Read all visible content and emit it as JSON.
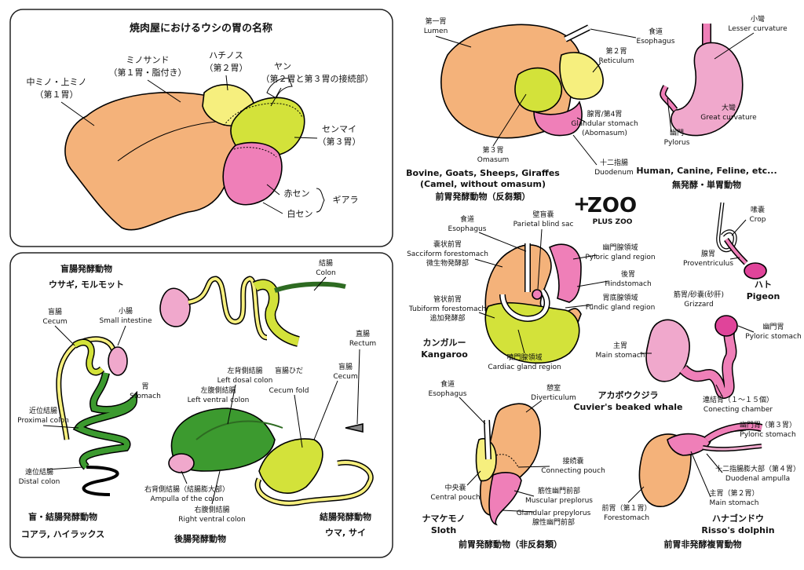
{
  "panels": {
    "yakiniku": {
      "title": "焼肉屋におけるウシの胃の名称",
      "naka_mino_1": "中ミノ・上ミノ",
      "naka_mino_2": "（第１胃）",
      "mino_sando_1": "ミノサンド",
      "mino_sando_2": "（第１胃・脂付き）",
      "hachinosu_1": "ハチノス",
      "hachinosu_2": "（第２胃）",
      "yan_1": "ヤン",
      "yan_2": "（第２胃と第３胃の接続部）",
      "senmai_1": "センマイ",
      "senmai_2": "（第３胃）",
      "akasen": "赤セン",
      "shirosen": "白セン",
      "giara": "ギアラ"
    },
    "hindgut": {
      "cecum_group": "盲腸発酵動物",
      "cecum_animals": "ウサギ, モルモット",
      "cecum_jp": "盲腸",
      "cecum_en": "Cecum",
      "small_int_jp": "小腸",
      "small_int_en": "Small intestine",
      "stomach_jp": "胃",
      "stomach_en": "Stomach",
      "prox_jp": "近位結腸",
      "prox_en": "Proximal colon",
      "distal_jp": "遠位結腸",
      "distal_en": "Distal colon",
      "cecocolic_group": "盲・結腸発酵動物",
      "cecocolic_animals": "コアラ, ハイラックス",
      "hindgut_title": "後腸発酵動物",
      "colon_jp": "結腸",
      "colon_en": "Colon",
      "rectum_jp": "直腸",
      "rectum_en": "Rectum",
      "ldc_jp": "左背側結腸",
      "ldc_en": "Left dosal colon",
      "fold_jp": "盲腸ひだ",
      "fold_en": "Cecum fold",
      "lvc_jp": "左腹側結腸",
      "lvc_en": "Left ventral colon",
      "cecum2_jp": "盲腸",
      "cecum2_en": "Cecum",
      "rdc_jp": "右背側結腸（結腸膨大部）",
      "rdc_en": "Ampulla of the colon",
      "rvc_jp": "右腹側結腸",
      "rvc_en": "Right ventral colon",
      "colon_group": "結腸発酵動物",
      "colon_animals": "ウマ, サイ"
    },
    "ruminant": {
      "lumen_jp": "第一胃",
      "lumen_en": "Lumen",
      "esoph_jp": "食道",
      "esoph_en": "Esophagus",
      "retic_jp": "第２胃",
      "retic_en": "Reticulum",
      "glan_jp": "腺胃/第4胃",
      "glan_en": "Glandular stomach",
      "glan_en2": "(Abomasum)",
      "omas_jp": "第３胃",
      "omas_en": "Omasum",
      "duod_jp": "十二指腸",
      "duod_en": "Duodenum",
      "animals1": "Bovine, Goats, Sheeps, Giraffes",
      "animals2": "(Camel, without omasum)",
      "group": "前胃発酵動物（反芻類）"
    },
    "simple": {
      "esoph_jp": "食道",
      "esoph_en": "Esophagus",
      "lesser_jp": "小彎",
      "lesser_en": "Lesser curvature",
      "greater_jp": "大彎",
      "greater_en": "Great curvature",
      "pylorus_jp": "幽門",
      "pylorus_en": "Pylorus",
      "animals": "Human, Canine, Feline, etc...",
      "group": "無発酵・単胃動物"
    },
    "logo": {
      "text": "ZOO",
      "sub": "PLUS ZOO"
    },
    "kangaroo": {
      "esoph_jp": "食道",
      "esoph_en": "Esophagus",
      "parietal_jp": "壁盲嚢",
      "parietal_en": "Parietal blind sac",
      "sacci_jp": "嚢状前胃",
      "sacci_en": "Sacciform forestomach",
      "sacci_jp2": "微生物発酵部",
      "pyloric_jp": "幽門腺領域",
      "pyloric_en": "Pyloric gland region",
      "hind_jp": "後胃",
      "hind_en": "Hindstomach",
      "tubi_jp": "管状前胃",
      "tubi_en": "Tubiform forestomach",
      "tubi_jp2": "追加発酵部",
      "fundic_jp": "胃底腺領域",
      "fundic_en": "Fundic gland region",
      "cardiac_jp": "噴門腺領域",
      "cardiac_en": "Cardiac gland region",
      "name_jp": "カンガルー",
      "name_en": "Kangaroo"
    },
    "bird": {
      "crop_jp": "嗉嚢",
      "crop_en": "Crop",
      "prov_jp": "腺胃",
      "prov_en": "Proventriculus",
      "giz_jp": "筋胃/砂嚢(砂肝)",
      "giz_en": "Grizzard",
      "name_jp": "ハト",
      "name_en": "Pigeon"
    },
    "whale": {
      "pyl_jp": "幽門胃",
      "pyl_en": "Pyloric stomach",
      "main_jp": "主胃",
      "main_en": "Main stomach",
      "conn_jp": "連結胃（１～１５個）",
      "conn_en": "Conecting chamber",
      "name_jp": "アカボウクジラ",
      "name_en": "Cuvier's beaked whale"
    },
    "sloth": {
      "esoph_jp": "食道",
      "esoph_en": "Esophagus",
      "divert_jp": "憩室",
      "divert_en": "Diverticulum",
      "cpouch_jp": "接続嚢",
      "cpouch_en": "Connecting pouch",
      "central_jp": "中央嚢",
      "central_en": "Central pouch",
      "musc_jp": "筋性幽門前部",
      "musc_en": "Muscular preplorus",
      "gland_en": "Glandular prepylorus",
      "gland_jp": "腺性幽門前部",
      "name_jp": "ナマケモノ",
      "name_en": "Sloth",
      "group": "前胃発酵動物（非反芻類）"
    },
    "dolphin": {
      "pyl_jp": "幽門胃（第３胃）",
      "pyl_en": "Pyloric stomach",
      "duod_jp": "十二指腸膨大部（第４胃）",
      "duod_en": "Duodenal ampulla",
      "main_jp": "主胃（第２胃）",
      "main_en": "Main stomach",
      "fore_jp": "前胃（第１胃）",
      "fore_en": "Forestomach",
      "name_jp": "ハナゴンドウ",
      "name_en": "Risso's dolphin",
      "group": "前胃非発酵複胃動物"
    }
  },
  "colors": {
    "orange": "#f4b27a",
    "yellow": "#f6ef7e",
    "lime": "#d3e23a",
    "pink": "#ef7fb8",
    "light_pink": "#f0a8cc",
    "green": "#3c9a2f",
    "dark_green": "#2e6b22",
    "magenta": "#e0449a"
  }
}
